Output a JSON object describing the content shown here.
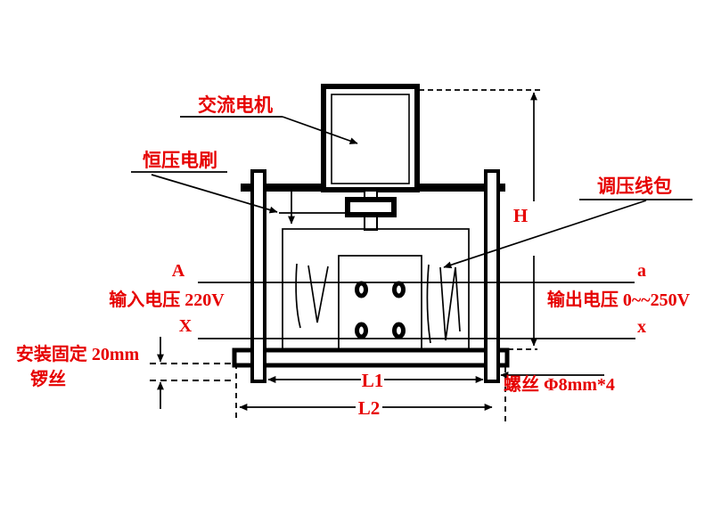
{
  "diagram": {
    "description_labels": {
      "ac_motor": "交流电机",
      "constant_voltage_brush": "恒压电刷",
      "voltage_regulating_coil": "调压线包",
      "screw_spec": "螺丝 Φ8mm*4",
      "mounting_line1": "安装固定 20mm",
      "mounting_line2": "锣丝"
    },
    "terminals": {
      "input_top": "A",
      "input_bottom": "X",
      "output_top": "a",
      "output_bottom": "x",
      "input_voltage": "输入电压 220V",
      "output_voltage": "输出电压 0~~250V"
    },
    "dimensions": {
      "height": "H",
      "length_inner": "L1",
      "length_outer": "L2"
    },
    "colors": {
      "label_red": "#e60000",
      "line_black": "#000000",
      "background": "#ffffff"
    }
  }
}
